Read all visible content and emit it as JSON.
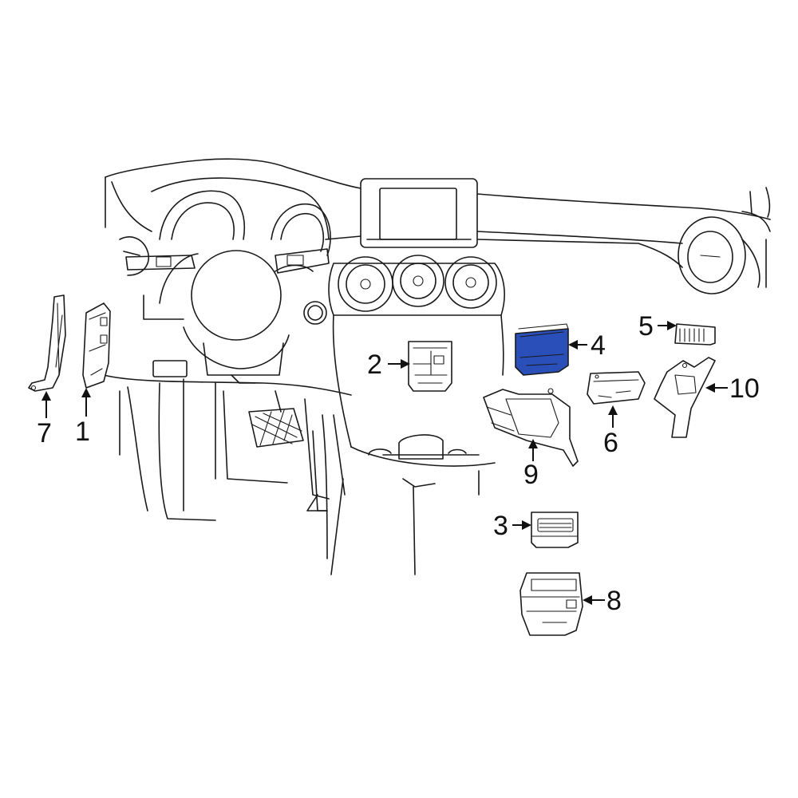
{
  "diagram": {
    "highlight_color": "#2a4fb8",
    "line_color": "#1a1a1a",
    "callouts": [
      {
        "id": "1",
        "label": "1"
      },
      {
        "id": "2",
        "label": "2"
      },
      {
        "id": "3",
        "label": "3"
      },
      {
        "id": "4",
        "label": "4",
        "highlighted": true
      },
      {
        "id": "5",
        "label": "5"
      },
      {
        "id": "6",
        "label": "6"
      },
      {
        "id": "7",
        "label": "7"
      },
      {
        "id": "8",
        "label": "8"
      },
      {
        "id": "9",
        "label": "9"
      },
      {
        "id": "10",
        "label": "10"
      }
    ]
  }
}
